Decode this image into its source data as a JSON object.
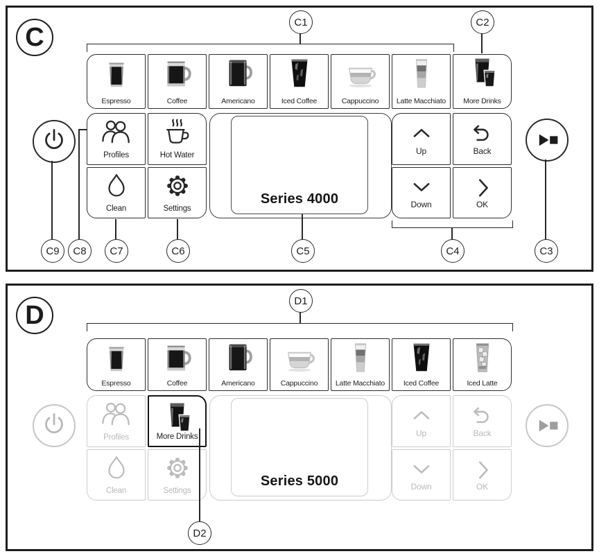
{
  "colors": {
    "ink": "#1f1f1f",
    "line": "#272727",
    "disabled_text": "#b9b9b9",
    "disabled_border": "#cccccc"
  },
  "panel_c": {
    "tag": "C",
    "display_text": "Series 4000",
    "drinks": [
      {
        "label": "Espresso",
        "icon": "espresso-glass-icon"
      },
      {
        "label": "Coffee",
        "icon": "coffee-mug-icon"
      },
      {
        "label": "Americano",
        "icon": "americano-mug-icon"
      },
      {
        "label": "Iced Coffee",
        "icon": "iced-coffee-glass-icon"
      },
      {
        "label": "Cappuccino",
        "icon": "cappuccino-cup-icon"
      },
      {
        "label": "Latte Macchiato",
        "icon": "latte-macchiato-glass-icon"
      },
      {
        "label": "More Drinks",
        "icon": "more-drinks-icon"
      }
    ],
    "function_buttons": [
      {
        "label": "Profiles",
        "icon": "profiles-icon",
        "state": "active"
      },
      {
        "label": "Hot Water",
        "icon": "hot-water-icon",
        "state": "active"
      },
      {
        "label": "Clean",
        "icon": "clean-drop-icon",
        "state": "active"
      },
      {
        "label": "Settings",
        "icon": "settings-gear-icon",
        "state": "active"
      }
    ],
    "nav_buttons": [
      {
        "label": "Up",
        "icon": "chevron-up-icon",
        "state": "active"
      },
      {
        "label": "Back",
        "icon": "back-arrow-icon",
        "state": "active"
      },
      {
        "label": "Down",
        "icon": "chevron-down-icon",
        "state": "active"
      },
      {
        "label": "OK",
        "icon": "chevron-right-icon",
        "state": "active"
      }
    ],
    "power": {
      "icon": "power-icon",
      "state": "active"
    },
    "start_stop": {
      "icon": "start-stop-icon",
      "state": "active"
    },
    "callouts": {
      "c1": "C1",
      "c2": "C2",
      "c3": "C3",
      "c4": "C4",
      "c5": "C5",
      "c6": "C6",
      "c7": "C7",
      "c8": "C8",
      "c9": "C9"
    }
  },
  "panel_d": {
    "tag": "D",
    "display_text": "Series 5000",
    "drinks": [
      {
        "label": "Espresso",
        "icon": "espresso-glass-icon"
      },
      {
        "label": "Coffee",
        "icon": "coffee-mug-icon"
      },
      {
        "label": "Americano",
        "icon": "americano-mug-icon"
      },
      {
        "label": "Cappuccino",
        "icon": "cappuccino-cup-icon"
      },
      {
        "label": "Latte Macchiato",
        "icon": "latte-macchiato-glass-icon"
      },
      {
        "label": "Iced Coffee",
        "icon": "iced-coffee-glass-icon"
      },
      {
        "label": "Iced Latte",
        "icon": "iced-latte-glass-icon"
      }
    ],
    "function_buttons": [
      {
        "label": "Profiles",
        "icon": "profiles-icon",
        "state": "disabled"
      },
      {
        "label": "More Drinks",
        "icon": "more-drinks-icon",
        "state": "highlighted"
      },
      {
        "label": "Clean",
        "icon": "clean-drop-icon",
        "state": "disabled"
      },
      {
        "label": "Settings",
        "icon": "settings-gear-icon",
        "state": "disabled"
      }
    ],
    "nav_buttons": [
      {
        "label": "Up",
        "icon": "chevron-up-icon",
        "state": "disabled"
      },
      {
        "label": "Back",
        "icon": "back-arrow-icon",
        "state": "disabled"
      },
      {
        "label": "Down",
        "icon": "chevron-down-icon",
        "state": "disabled"
      },
      {
        "label": "OK",
        "icon": "chevron-right-icon",
        "state": "disabled"
      }
    ],
    "power": {
      "icon": "power-icon",
      "state": "disabled"
    },
    "start_stop": {
      "icon": "start-stop-icon",
      "state": "disabled"
    },
    "callouts": {
      "d1": "D1",
      "d2": "D2"
    }
  }
}
